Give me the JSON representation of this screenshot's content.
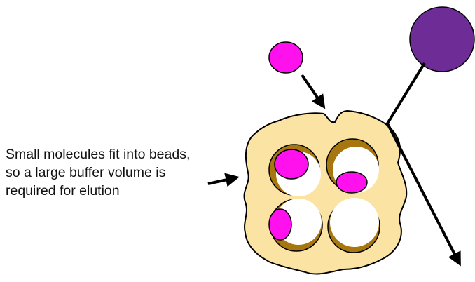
{
  "caption": {
    "lines": [
      "Small molecules fit into beads,",
      "so a large buffer volume is",
      "required for elution"
    ]
  },
  "colors": {
    "bead_fill": "#fbe3a3",
    "bead_outline": "#000000",
    "pore_shadow": "#a8760e",
    "small_molecule": "#ff11ee",
    "large_molecule": "#6e2c96",
    "arrow": "#000000"
  }
}
